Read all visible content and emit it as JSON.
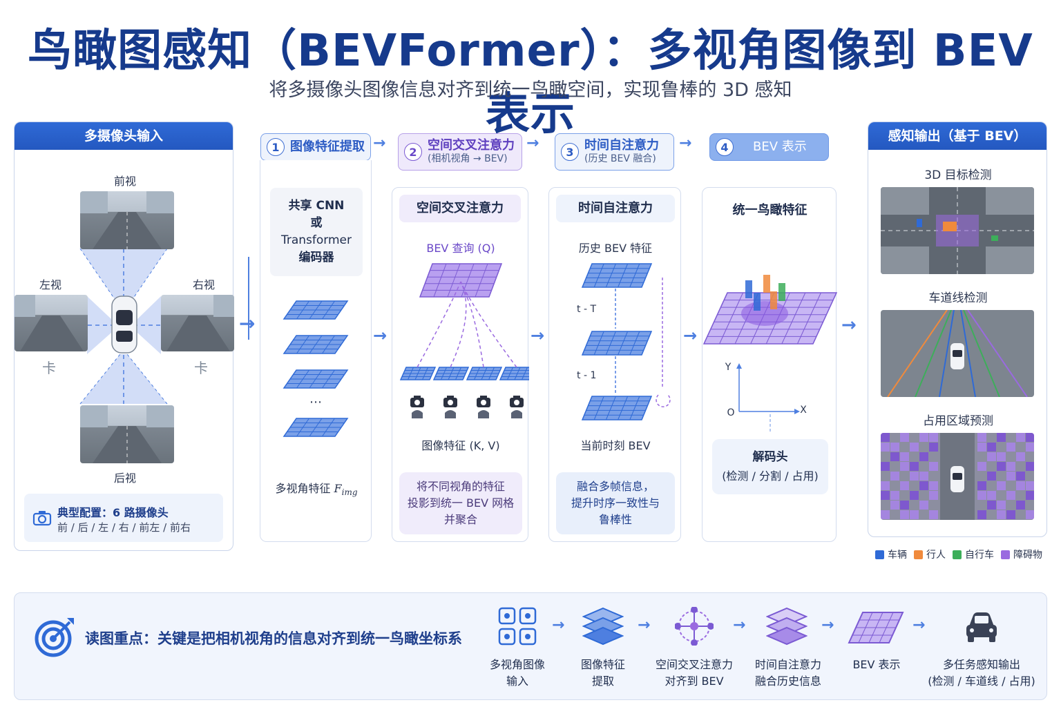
{
  "header": {
    "title": "鸟瞰图感知（BEVFormer）：多视角图像到 BEV 表示",
    "subtitle": "将多摄像头图像信息对齐到统一鸟瞰空间，实现鲁棒的 3D 感知"
  },
  "input_panel": {
    "title": "多摄像头输入",
    "front": "前视",
    "left": "左视",
    "right": "右视",
    "back": "后视",
    "left_mark": "卡",
    "right_mark": "卡",
    "config_title": "典型配置：6 路摄像头",
    "config_detail": "前 / 后 / 左 / 右 / 前左 / 前右"
  },
  "steps": [
    {
      "num": "1",
      "title": "图像特征提取",
      "sub": ""
    },
    {
      "num": "2",
      "title": "空间交叉注意力",
      "sub": "(相机视角 → BEV)"
    },
    {
      "num": "3",
      "title": "时间自注意力",
      "sub": "(历史 BEV 融合)"
    },
    {
      "num": "4",
      "title": "BEV 表示",
      "sub": ""
    }
  ],
  "col1": {
    "box_line1": "共享 CNN",
    "box_line2": "或",
    "box_line3": "Transformer",
    "box_line4": "编码器",
    "dots": "⋯",
    "caption": "多视角特征",
    "caption_math": "F",
    "caption_sub": "img"
  },
  "col2": {
    "title": "空间交叉注意力",
    "query": "BEV 查询 (Q)",
    "feat": "图像特征 (K, V)",
    "note_l1": "将不同视角的特征",
    "note_l2": "投影到统一 BEV 网格",
    "note_l3": "并聚合"
  },
  "col3": {
    "title": "时间自注意力",
    "hist": "历史 BEV 特征",
    "t_minus_T": "t - T",
    "t_minus_1": "t - 1",
    "current": "当前时刻 BEV",
    "note_l1": "融合多帧信息，",
    "note_l2": "提升时序一致性与",
    "note_l3": "鲁棒性"
  },
  "col4": {
    "title": "统一鸟瞰特征",
    "axis_y": "Y",
    "axis_x": "X",
    "axis_o": "O",
    "decoder_l1": "解码头",
    "decoder_l2": "(检测 / 分割 / 占用)"
  },
  "output_panel": {
    "title": "感知输出（基于 BEV）",
    "det": "3D 目标检测",
    "lane": "车道线检测",
    "occ": "占用区域预测"
  },
  "legend": [
    {
      "label": "车辆",
      "color": "#2f6ad6"
    },
    {
      "label": "行人",
      "color": "#f08a3c"
    },
    {
      "label": "自行车",
      "color": "#3dae5a"
    },
    {
      "label": "障碍物",
      "color": "#9a6ae0"
    }
  ],
  "bottom": {
    "key_text": "读图重点：关键是把相机视角的信息对齐到统一鸟瞰坐标系",
    "items": [
      {
        "l1": "多视角图像",
        "l2": "输入"
      },
      {
        "l1": "图像特征",
        "l2": "提取"
      },
      {
        "l1": "空间交叉注意力",
        "l2": "对齐到 BEV"
      },
      {
        "l1": "时间自注意力",
        "l2": "融合历史信息"
      },
      {
        "l1": "BEV 表示",
        "l2": ""
      },
      {
        "l1": "多任务感知输出",
        "l2": "(检测 / 车道线 / 占用)"
      }
    ]
  },
  "colors": {
    "accent": "#2f6ad6",
    "purple": "#9a6ae0",
    "title": "#163a8c"
  }
}
